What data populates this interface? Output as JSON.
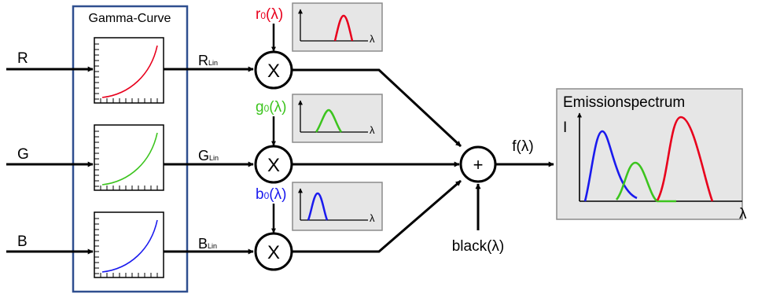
{
  "block_title": "Gamma-Curve",
  "inputs": [
    "R",
    "G",
    "B"
  ],
  "linear_labels": [
    {
      "main": "R",
      "sub": "Lin"
    },
    {
      "main": "G",
      "sub": "Lin"
    },
    {
      "main": "B",
      "sub": "Lin"
    }
  ],
  "multiplier_symbol": "X",
  "sum_symbol": "+",
  "primaries": [
    {
      "main": "r",
      "sub": "0",
      "arg": "(λ)",
      "color": "#e8001c"
    },
    {
      "main": "g",
      "sub": "0",
      "arg": "(λ)",
      "color": "#3cc41e"
    },
    {
      "main": "b",
      "sub": "0",
      "arg": "(λ)",
      "color": "#1a1aee"
    }
  ],
  "axis_x": "λ",
  "axis_y": "I",
  "output_label": "f(λ)",
  "black_label": "black(λ)",
  "spectrum_title": "Emissionspectrum",
  "colors": {
    "block_border": "#2f4f8f",
    "box_fill": "#e6e6e6",
    "box_border": "#8c8c8c",
    "red": "#e8001c",
    "green": "#3cc41e",
    "blue": "#1a1aee"
  }
}
